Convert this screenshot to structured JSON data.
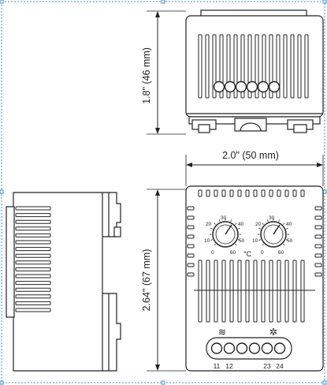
{
  "dimensions": {
    "top_height": "1.8\" (46 mm)",
    "width": "2.0\" (50 mm)",
    "front_height": "2.64\" (67 mm)"
  },
  "dial_left": {
    "scale": [
      "0",
      "10",
      "20",
      "30",
      "40",
      "50",
      "60"
    ],
    "unit": "°C"
  },
  "dial_right": {
    "scale": [
      "0",
      "10",
      "20",
      "30",
      "40",
      "50",
      "60"
    ]
  },
  "terminals": {
    "heater_symbol": "≋",
    "fan_symbol": "✲",
    "left_labels": [
      "11",
      "12"
    ],
    "right_labels": [
      "23",
      "24"
    ]
  },
  "colors": {
    "line": "#222222",
    "frame": "#3b8fd0"
  }
}
